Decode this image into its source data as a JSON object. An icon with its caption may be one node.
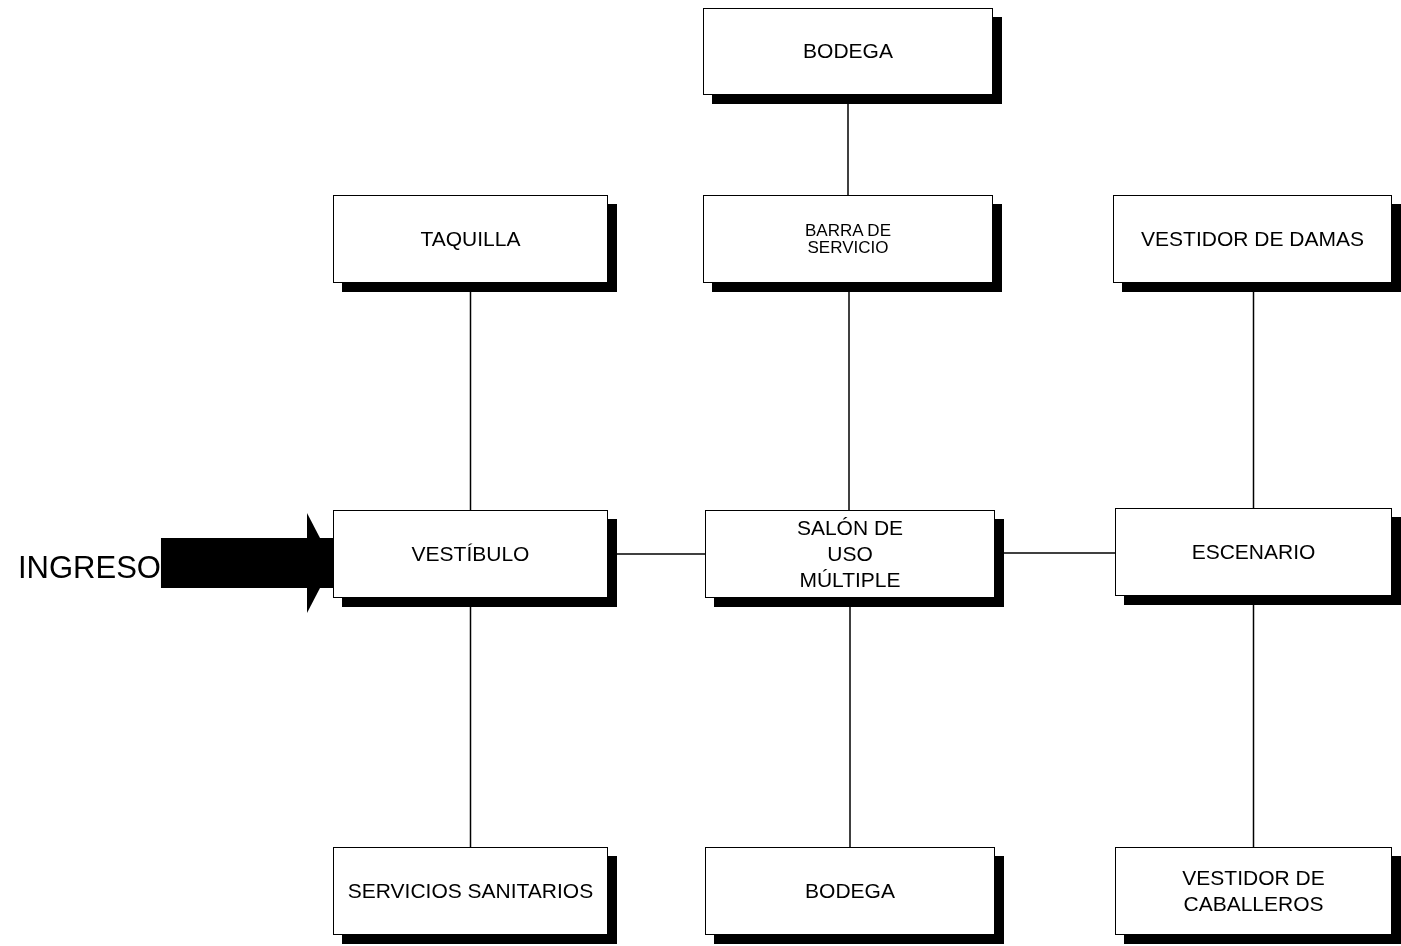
{
  "diagram": {
    "nodes": [
      {
        "text": [
          "BODEGA"
        ]
      },
      {
        "text": [
          "TAQUILLA"
        ]
      },
      {
        "text": [
          "BARRA DE SERVICIO"
        ]
      },
      {
        "text": [
          "VESTIDOR DE DAMAS"
        ]
      },
      {
        "text": [
          "INGRESO"
        ]
      },
      {
        "text": [
          "VESTÍBULO"
        ]
      },
      {
        "text": [
          "SALÓN DE USO MÚLTIPLE"
        ]
      },
      {
        "text": [
          "ESCENARIO"
        ]
      },
      {
        "text": [
          "SERVICIOS SANITARIOS"
        ]
      },
      {
        "text": [
          "BODEGA"
        ]
      },
      {
        "text": [
          "VESTIDOR DE CABALLEROS"
        ]
      }
    ],
    "edges": [
      {
        "from": 0,
        "to": 2,
        "arrow": "none"
      },
      {
        "from": 1,
        "to": 5,
        "arrow": "none"
      },
      {
        "from": 2,
        "to": 6,
        "arrow": "none"
      },
      {
        "from": 3,
        "to": 7,
        "arrow": "none"
      },
      {
        "from": 4,
        "to": 5,
        "arrow": "to",
        "style": "thick"
      },
      {
        "from": 5,
        "to": 6,
        "arrow": "none"
      },
      {
        "from": 6,
        "to": 7,
        "arrow": "none"
      },
      {
        "from": 5,
        "to": 8,
        "arrow": "none"
      },
      {
        "from": 6,
        "to": 9,
        "arrow": "none"
      },
      {
        "from": 7,
        "to": 10,
        "arrow": "none"
      }
    ]
  }
}
